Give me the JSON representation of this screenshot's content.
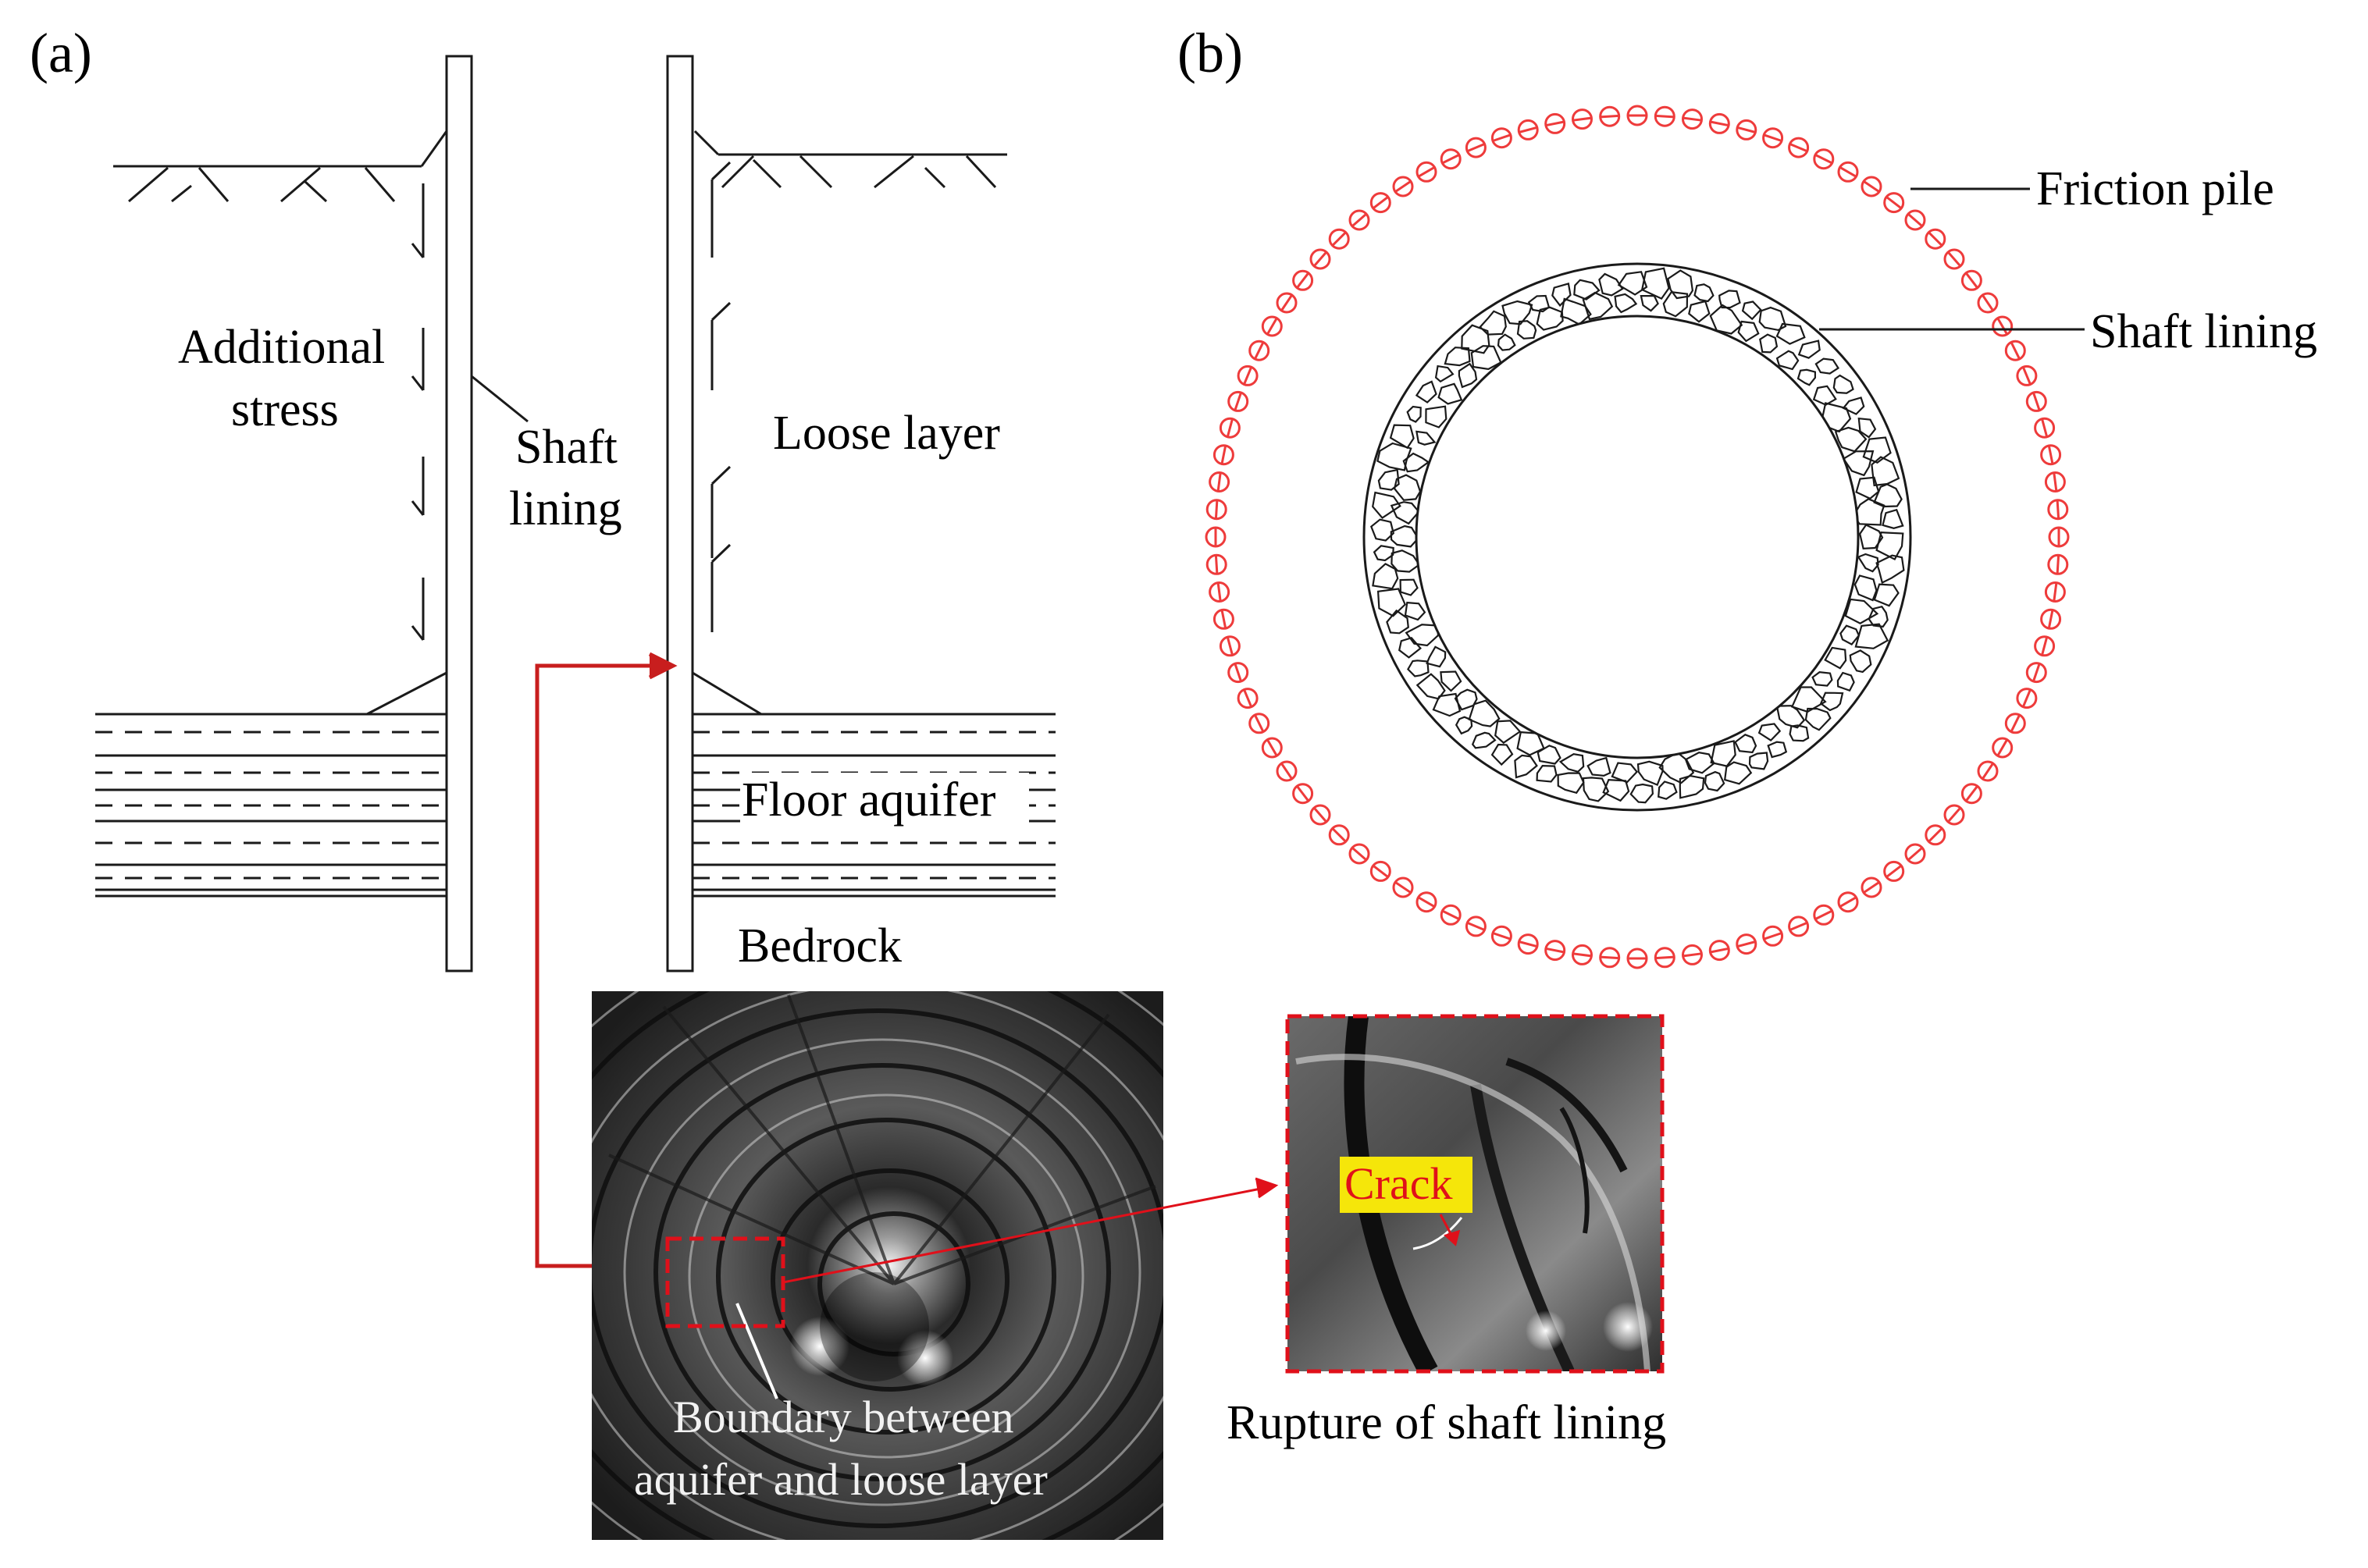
{
  "panel_a": {
    "label": "(a)",
    "additional_stress": [
      "Additional",
      "stress"
    ],
    "shaft_lining": [
      "Shaft",
      "lining"
    ],
    "loose_layer": "Loose layer",
    "floor_aquifer": "Floor aquifer",
    "bedrock": "Bedrock",
    "photo_caption": [
      "Boundary between",
      "aquifer and loose layer"
    ],
    "crack_label": "Crack",
    "zoom_caption": "Rupture of shaft lining"
  },
  "panel_b": {
    "label": "(b)",
    "friction_pile": "Friction pile",
    "shaft_lining": "Shaft lining"
  },
  "colors": {
    "accent_red": "#d42020",
    "pile_red": "#ee3b3b",
    "crack_highlight": "#f5e60a",
    "line": "#1a1a1a"
  }
}
